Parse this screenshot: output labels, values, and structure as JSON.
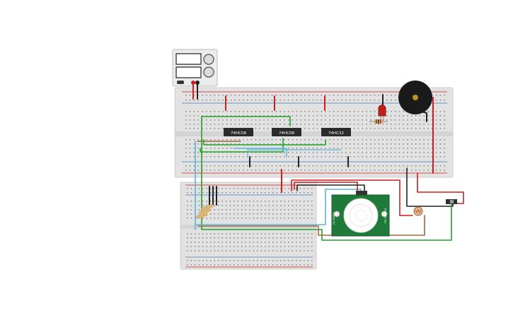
{
  "chips": [
    {
      "label": "74HC08"
    },
    {
      "label": "74HC08"
    },
    {
      "label": "74HC32"
    }
  ],
  "pir": {
    "left_label": "HC-SR501",
    "right_label": "PIR SENSOR"
  },
  "colors": {
    "board": "#e2e2e2",
    "board_dark": "#d0d0d0",
    "hole": "#8e8e8e",
    "rail_red": "#d21d1d",
    "rail_blue": "#3b7fbf",
    "wire_green": "#25a12b",
    "wire_red": "#d21d1d",
    "wire_black": "#222222",
    "wire_blue": "#5db6d8",
    "wire_brown": "#9a6a3a",
    "chip": "#2b2b2b",
    "pcb": "#1f7a3a",
    "buzzer": "#1a1a1a"
  }
}
